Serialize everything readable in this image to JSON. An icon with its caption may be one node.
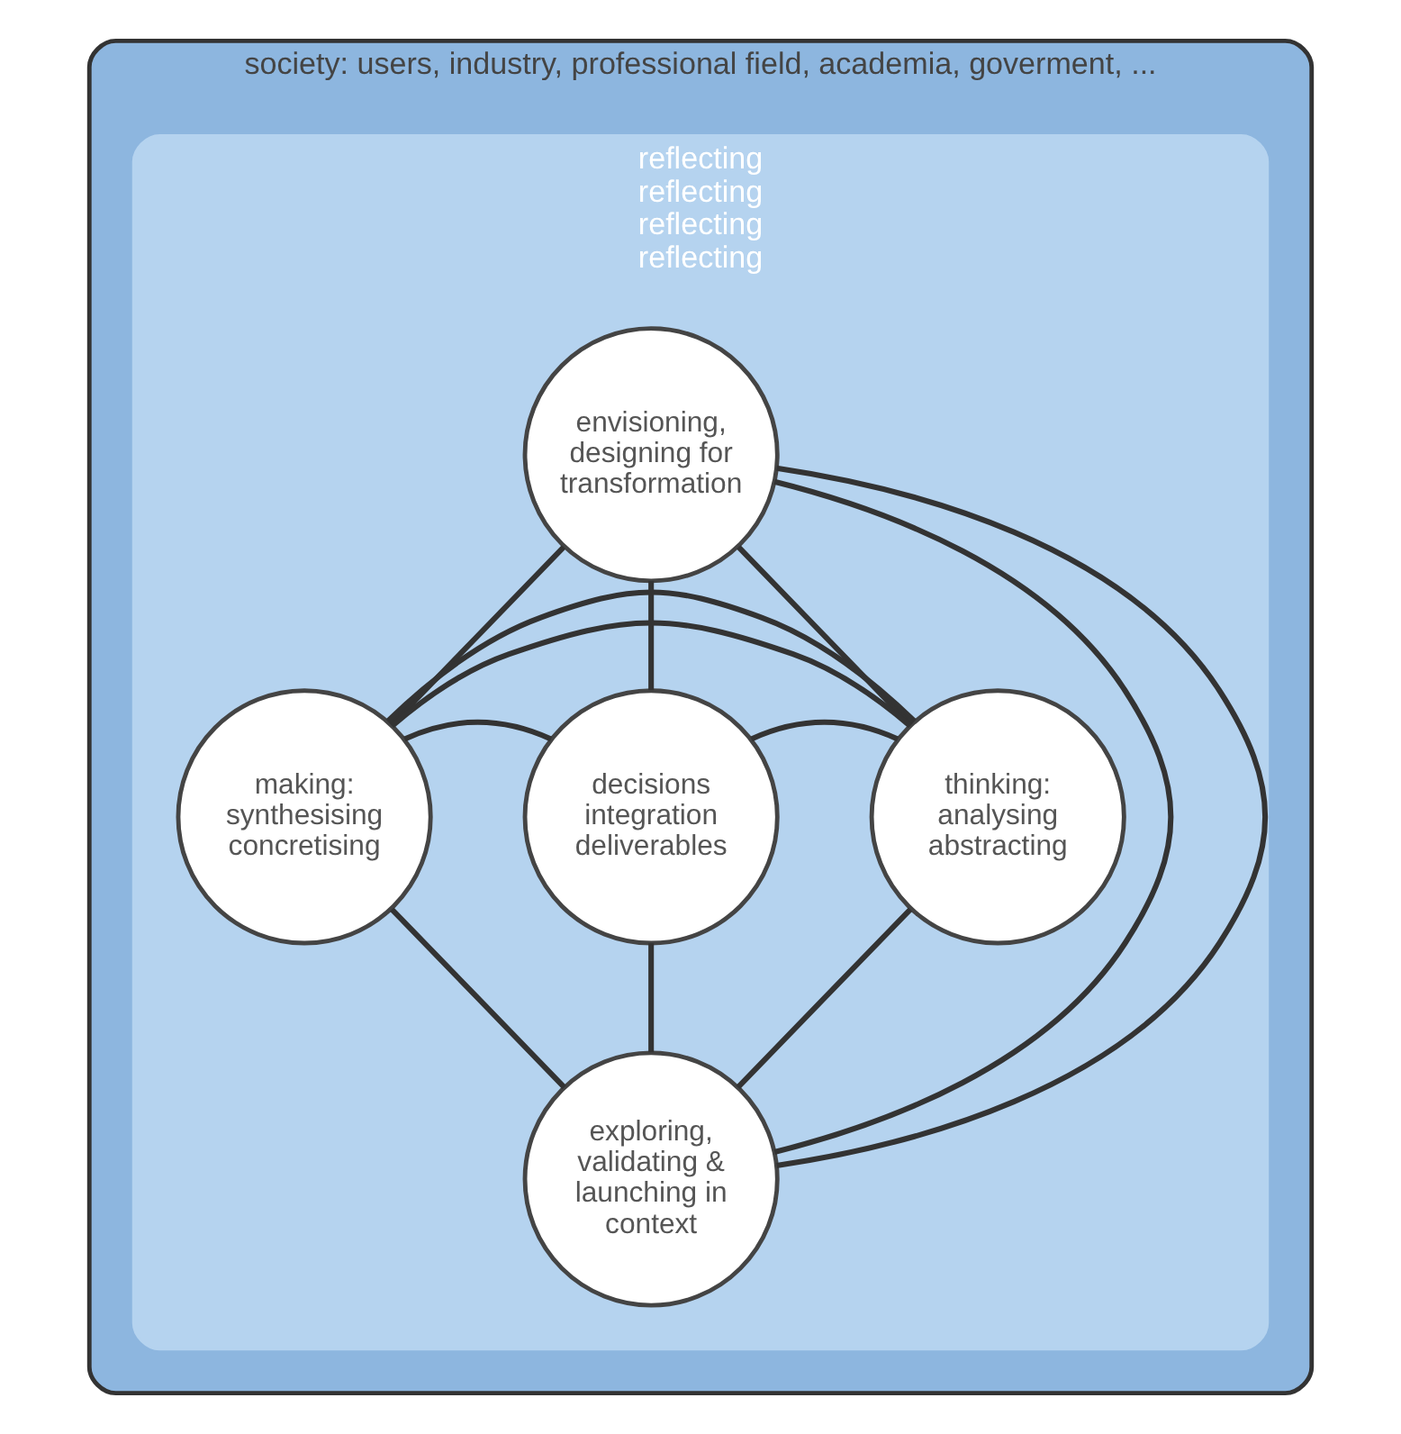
{
  "diagram": {
    "nodes": [
      {
        "text": [
          "society: users, industry, professional field, academia, goverment, ..."
        ]
      },
      {
        "text": [
          "reflecting",
          "reflecting",
          "reflecting",
          "reflecting"
        ],
        "in": 0
      },
      {
        "text": [
          "envisioning, designing for transformation"
        ],
        "in": 1
      },
      {
        "text": [
          "making: synthesising concretising"
        ],
        "in": 1
      },
      {
        "text": [
          "decisions integration deliverables"
        ],
        "in": 1
      },
      {
        "text": [
          "thinking: analysing abstracting"
        ],
        "in": 1
      },
      {
        "text": [
          "exploring, validating & launching in context"
        ],
        "in": 1
      }
    ],
    "edges": [
      {
        "from": 4,
        "to": 2,
        "arrow": "none"
      },
      {
        "from": 4,
        "to": 3,
        "arrow": "none"
      },
      {
        "from": 4,
        "to": 5,
        "arrow": "none"
      },
      {
        "from": 4,
        "to": 6,
        "arrow": "none"
      },
      {
        "from": 2,
        "to": 3,
        "arrow": "none"
      },
      {
        "from": 2,
        "to": 5,
        "arrow": "none"
      },
      {
        "from": 3,
        "to": 6,
        "arrow": "none"
      },
      {
        "from": 5,
        "to": 6,
        "arrow": "none"
      },
      {
        "from": 2,
        "to": 6,
        "arrow": "none"
      },
      {
        "from": 2,
        "to": 6,
        "arrow": "none"
      },
      {
        "from": 3,
        "to": 5,
        "arrow": "none"
      },
      {
        "from": 3,
        "to": 5,
        "arrow": "none"
      }
    ]
  }
}
